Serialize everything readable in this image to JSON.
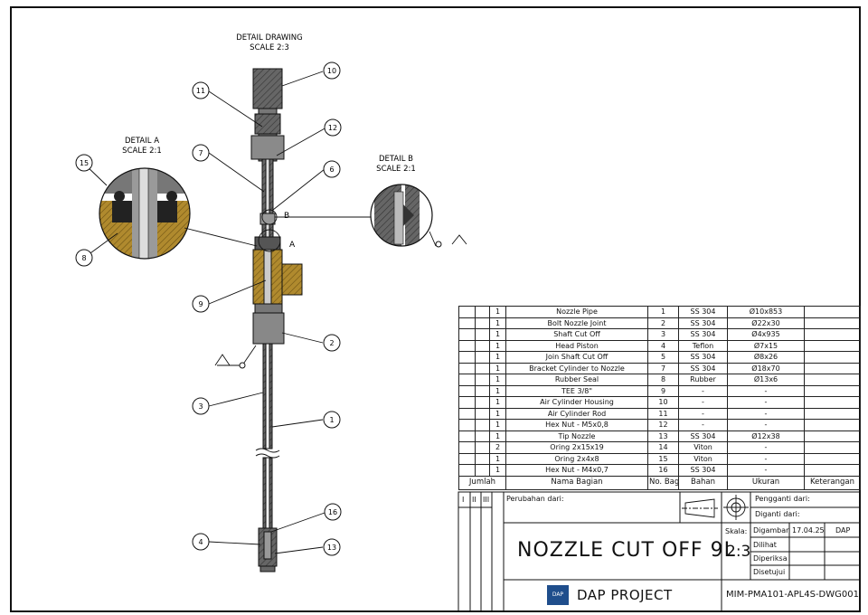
{
  "detail_drawing": {
    "title": "DETAIL DRAWING",
    "scale": "SCALE 2:3"
  },
  "detail_a": {
    "title": "DETAIL A",
    "scale": "SCALE 2:1",
    "label": "A"
  },
  "detail_b": {
    "title": "DETAIL B",
    "scale": "SCALE 2:1",
    "label": "B"
  },
  "balloons": [
    "10",
    "11",
    "12",
    "7",
    "6",
    "15",
    "8",
    "9",
    "2",
    "3",
    "1",
    "16",
    "4",
    "13"
  ],
  "bom": {
    "headers": {
      "jumlah": "Jumlah",
      "nama": "Nama Bagian",
      "no_bag": "No. Bag",
      "bahan": "Bahan",
      "ukuran": "Ukuran",
      "keterangan": "Keterangan"
    },
    "rows": [
      {
        "qty": "1",
        "name": "Nozzle Pipe",
        "no": "1",
        "material": "SS 304",
        "size": "Ø10x853"
      },
      {
        "qty": "1",
        "name": "Bolt Nozzle Joint",
        "no": "2",
        "material": "SS 304",
        "size": "Ø22x30"
      },
      {
        "qty": "1",
        "name": "Shaft Cut Off",
        "no": "3",
        "material": "SS 304",
        "size": "Ø4x935"
      },
      {
        "qty": "1",
        "name": "Head Piston",
        "no": "4",
        "material": "Teflon",
        "size": "Ø7x15"
      },
      {
        "qty": "1",
        "name": "Join Shaft Cut Off",
        "no": "5",
        "material": "SS 304",
        "size": "Ø8x26"
      },
      {
        "qty": "1",
        "name": "Bracket Cylinder to Nozzle",
        "no": "7",
        "material": "SS 304",
        "size": "Ø18x70"
      },
      {
        "qty": "1",
        "name": "Rubber Seal",
        "no": "8",
        "material": "Rubber",
        "size": "Ø13x6"
      },
      {
        "qty": "1",
        "name": "TEE 3/8\"",
        "no": "9",
        "material": "-",
        "size": "-"
      },
      {
        "qty": "1",
        "name": "Air Cylinder Housing",
        "no": "10",
        "material": "-",
        "size": "-"
      },
      {
        "qty": "1",
        "name": "Air Cylinder Rod",
        "no": "11",
        "material": "-",
        "size": "-"
      },
      {
        "qty": "1",
        "name": "Hex Nut - M5x0,8",
        "no": "12",
        "material": "-",
        "size": "-"
      },
      {
        "qty": "1",
        "name": "Tip Nozzle",
        "no": "13",
        "material": "SS 304",
        "size": "Ø12x38"
      },
      {
        "qty": "2",
        "name": "Oring 2x15x19",
        "no": "14",
        "material": "Viton",
        "size": "-"
      },
      {
        "qty": "1",
        "name": "Oring 2x4x8",
        "no": "15",
        "material": "Viton",
        "size": "-"
      },
      {
        "qty": "1",
        "name": "Hex Nut - M4x0,7",
        "no": "16",
        "material": "SS 304",
        "size": "-"
      }
    ]
  },
  "title_block": {
    "rev_i": "I",
    "rev_ii": "II",
    "rev_iii": "III",
    "perubahan": "Perubahan dari:",
    "pengganti": "Pengganti dari:",
    "diganti": "Diganti dari:",
    "drawing_title": "NOZZLE CUT OFF 9L",
    "skala_label": "Skala:",
    "skala_value": "2:3",
    "digambar": "Digambar",
    "digambar_date": "17.04.25",
    "digambar_by": "DAP",
    "dilihat": "Dilihat",
    "diperiksa": "Diperiksa",
    "disetujui": "Disetujui",
    "logo_text": "DAP",
    "company": "DAP PROJECT",
    "drawing_number": "MIM-PMA101-APL4S-DWG001"
  }
}
